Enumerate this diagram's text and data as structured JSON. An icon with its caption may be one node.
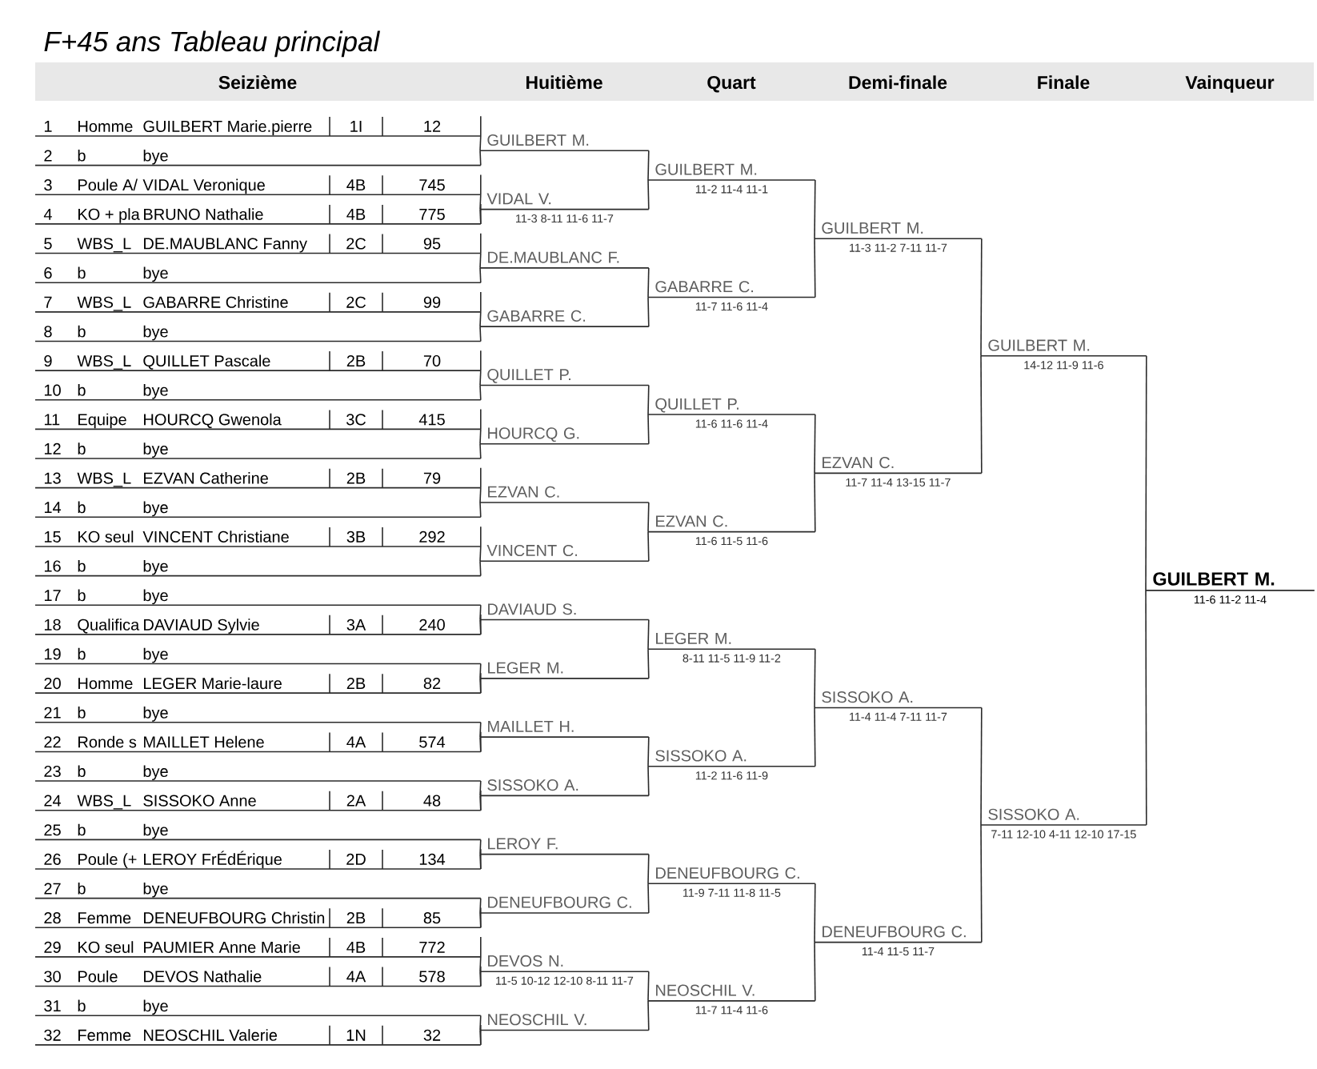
{
  "diagram": {
    "title": "F+45 ans Tableau principal",
    "nodes": [
      {
        "text": [
          "1",
          "Homme",
          "GUILBERT Marie.pierre",
          "1I",
          "12"
        ]
      },
      {
        "text": [
          "2",
          "b",
          "bye"
        ]
      },
      {
        "text": [
          "3",
          "Poule A/",
          "VIDAL Veronique",
          "4B",
          "745"
        ]
      },
      {
        "text": [
          "4",
          "KO + pla",
          "BRUNO Nathalie",
          "4B",
          "775"
        ]
      },
      {
        "text": [
          "5",
          "WBS_L",
          "DE.MAUBLANC Fanny",
          "2C",
          "95"
        ]
      },
      {
        "text": [
          "6",
          "b",
          "bye"
        ]
      },
      {
        "text": [
          "7",
          "WBS_L",
          "GABARRE Christine",
          "2C",
          "99"
        ]
      },
      {
        "text": [
          "8",
          "b",
          "bye"
        ]
      },
      {
        "text": [
          "9",
          "WBS_L",
          "QUILLET Pascale",
          "2B",
          "70"
        ]
      },
      {
        "text": [
          "10",
          "b",
          "bye"
        ]
      },
      {
        "text": [
          "11",
          "Equipe",
          "HOURCQ Gwenola",
          "3C",
          "415"
        ]
      },
      {
        "text": [
          "12",
          "b",
          "bye"
        ]
      },
      {
        "text": [
          "13",
          "WBS_L",
          "EZVAN Catherine",
          "2B",
          "79"
        ]
      },
      {
        "text": [
          "14",
          "b",
          "bye"
        ]
      },
      {
        "text": [
          "15",
          "KO seul",
          "VINCENT Christiane",
          "3B",
          "292"
        ]
      },
      {
        "text": [
          "16",
          "b",
          "bye"
        ]
      },
      {
        "text": [
          "17",
          "b",
          "bye"
        ]
      },
      {
        "text": [
          "18",
          "Qualifica",
          "DAVIAUD Sylvie",
          "3A",
          "240"
        ]
      },
      {
        "text": [
          "19",
          "b",
          "bye"
        ]
      },
      {
        "text": [
          "20",
          "Homme",
          "LEGER Marie-laure",
          "2B",
          "82"
        ]
      },
      {
        "text": [
          "21",
          "b",
          "bye"
        ]
      },
      {
        "text": [
          "22",
          "Ronde s",
          "MAILLET Helene",
          "4A",
          "574"
        ]
      },
      {
        "text": [
          "23",
          "b",
          "bye"
        ]
      },
      {
        "text": [
          "24",
          "WBS_L",
          "SISSOKO Anne",
          "2A",
          "48"
        ]
      },
      {
        "text": [
          "25",
          "b",
          "bye"
        ]
      },
      {
        "text": [
          "26",
          "Poule (+",
          "LEROY FrÉdÉrique",
          "2D",
          "134"
        ]
      },
      {
        "text": [
          "27",
          "b",
          "bye"
        ]
      },
      {
        "text": [
          "28",
          "Femme",
          "DENEUFBOURG Christin",
          "2B",
          "85"
        ]
      },
      {
        "text": [
          "29",
          "KO seul",
          "PAUMIER Anne Marie",
          "4B",
          "772"
        ]
      },
      {
        "text": [
          "30",
          "Poule",
          "DEVOS Nathalie",
          "4A",
          "578"
        ]
      },
      {
        "text": [
          "31",
          "b",
          "bye"
        ]
      },
      {
        "text": [
          "32",
          "Femme",
          "NEOSCHIL Valerie",
          "1N",
          "32"
        ]
      },
      {
        "text": [
          "GUILBERT M."
        ]
      },
      {
        "text": [
          "VIDAL V."
        ],
        "beside": [
          "11-3 8-11 11-6 11-7"
        ]
      },
      {
        "text": [
          "DE.MAUBLANC F."
        ]
      },
      {
        "text": [
          "GABARRE C."
        ]
      },
      {
        "text": [
          "QUILLET P."
        ]
      },
      {
        "text": [
          "HOURCQ G."
        ]
      },
      {
        "text": [
          "EZVAN C."
        ]
      },
      {
        "text": [
          "VINCENT C."
        ]
      },
      {
        "text": [
          "DAVIAUD S."
        ]
      },
      {
        "text": [
          "LEGER M."
        ]
      },
      {
        "text": [
          "MAILLET H."
        ]
      },
      {
        "text": [
          "SISSOKO A."
        ]
      },
      {
        "text": [
          "LEROY F."
        ]
      },
      {
        "text": [
          "DENEUFBOURG C."
        ]
      },
      {
        "text": [
          "DEVOS N."
        ],
        "beside": [
          "11-5 10-12 12-10 8-11 11-7"
        ]
      },
      {
        "text": [
          "NEOSCHIL V."
        ]
      },
      {
        "text": [
          "GUILBERT M."
        ],
        "beside": [
          "11-2 11-4 11-1"
        ]
      },
      {
        "text": [
          "GABARRE C."
        ],
        "beside": [
          "11-7 11-6 11-4"
        ]
      },
      {
        "text": [
          "QUILLET P."
        ],
        "beside": [
          "11-6 11-6 11-4"
        ]
      },
      {
        "text": [
          "EZVAN C."
        ],
        "beside": [
          "11-6 11-5 11-6"
        ]
      },
      {
        "text": [
          "LEGER M."
        ],
        "beside": [
          "8-11 11-5 11-9 11-2"
        ]
      },
      {
        "text": [
          "SISSOKO A."
        ],
        "beside": [
          "11-2 11-6 11-9"
        ]
      },
      {
        "text": [
          "DENEUFBOURG C."
        ],
        "beside": [
          "11-9 7-11 11-8 11-5"
        ]
      },
      {
        "text": [
          "NEOSCHIL V."
        ],
        "beside": [
          "11-7 11-4 11-6"
        ]
      },
      {
        "text": [
          "GUILBERT M."
        ],
        "beside": [
          "11-3 11-2 7-11 11-7"
        ]
      },
      {
        "text": [
          "EZVAN C."
        ],
        "beside": [
          "11-7 11-4 13-15 11-7"
        ]
      },
      {
        "text": [
          "SISSOKO A."
        ],
        "beside": [
          "11-4 11-4 7-11 11-7"
        ]
      },
      {
        "text": [
          "DENEUFBOURG C."
        ],
        "beside": [
          "11-4 11-5 11-7"
        ]
      },
      {
        "text": [
          "GUILBERT M."
        ],
        "beside": [
          "14-12 11-9 11-6"
        ]
      },
      {
        "text": [
          "SISSOKO A."
        ],
        "beside": [
          "7-11 12-10 4-11 12-10 17-15"
        ]
      },
      {
        "text": [
          "GUILBERT M."
        ],
        "beside": [
          "11-6 11-2 11-4"
        ]
      }
    ],
    "edges": [
      {
        "from": 0,
        "to": 32,
        "arrow": "none"
      },
      {
        "from": 1,
        "to": 32,
        "arrow": "none"
      },
      {
        "from": 2,
        "to": 33,
        "arrow": "none"
      },
      {
        "from": 3,
        "to": 33,
        "arrow": "none"
      },
      {
        "from": 4,
        "to": 34,
        "arrow": "none"
      },
      {
        "from": 5,
        "to": 34,
        "arrow": "none"
      },
      {
        "from": 6,
        "to": 35,
        "arrow": "none"
      },
      {
        "from": 7,
        "to": 35,
        "arrow": "none"
      },
      {
        "from": 8,
        "to": 36,
        "arrow": "none"
      },
      {
        "from": 9,
        "to": 36,
        "arrow": "none"
      },
      {
        "from": 10,
        "to": 37,
        "arrow": "none"
      },
      {
        "from": 11,
        "to": 37,
        "arrow": "none"
      },
      {
        "from": 12,
        "to": 38,
        "arrow": "none"
      },
      {
        "from": 13,
        "to": 38,
        "arrow": "none"
      },
      {
        "from": 14,
        "to": 39,
        "arrow": "none"
      },
      {
        "from": 15,
        "to": 39,
        "arrow": "none"
      },
      {
        "from": 16,
        "to": 40,
        "arrow": "none"
      },
      {
        "from": 17,
        "to": 40,
        "arrow": "none"
      },
      {
        "from": 18,
        "to": 41,
        "arrow": "none"
      },
      {
        "from": 19,
        "to": 41,
        "arrow": "none"
      },
      {
        "from": 20,
        "to": 42,
        "arrow": "none"
      },
      {
        "from": 21,
        "to": 42,
        "arrow": "none"
      },
      {
        "from": 22,
        "to": 43,
        "arrow": "none"
      },
      {
        "from": 23,
        "to": 43,
        "arrow": "none"
      },
      {
        "from": 24,
        "to": 44,
        "arrow": "none"
      },
      {
        "from": 25,
        "to": 44,
        "arrow": "none"
      },
      {
        "from": 26,
        "to": 45,
        "arrow": "none"
      },
      {
        "from": 27,
        "to": 45,
        "arrow": "none"
      },
      {
        "from": 28,
        "to": 46,
        "arrow": "none"
      },
      {
        "from": 29,
        "to": 46,
        "arrow": "none"
      },
      {
        "from": 30,
        "to": 47,
        "arrow": "none"
      },
      {
        "from": 31,
        "to": 47,
        "arrow": "none"
      },
      {
        "from": 32,
        "to": 48,
        "arrow": "none"
      },
      {
        "from": 33,
        "to": 48,
        "arrow": "none"
      },
      {
        "from": 34,
        "to": 49,
        "arrow": "none"
      },
      {
        "from": 35,
        "to": 49,
        "arrow": "none"
      },
      {
        "from": 36,
        "to": 50,
        "arrow": "none"
      },
      {
        "from": 37,
        "to": 50,
        "arrow": "none"
      },
      {
        "from": 38,
        "to": 51,
        "arrow": "none"
      },
      {
        "from": 39,
        "to": 51,
        "arrow": "none"
      },
      {
        "from": 40,
        "to": 52,
        "arrow": "none"
      },
      {
        "from": 41,
        "to": 52,
        "arrow": "none"
      },
      {
        "from": 42,
        "to": 53,
        "arrow": "none"
      },
      {
        "from": 43,
        "to": 53,
        "arrow": "none"
      },
      {
        "from": 44,
        "to": 54,
        "arrow": "none"
      },
      {
        "from": 45,
        "to": 54,
        "arrow": "none"
      },
      {
        "from": 46,
        "to": 55,
        "arrow": "none"
      },
      {
        "from": 47,
        "to": 55,
        "arrow": "none"
      },
      {
        "from": 48,
        "to": 56,
        "arrow": "none"
      },
      {
        "from": 49,
        "to": 56,
        "arrow": "none"
      },
      {
        "from": 50,
        "to": 57,
        "arrow": "none"
      },
      {
        "from": 51,
        "to": 57,
        "arrow": "none"
      },
      {
        "from": 52,
        "to": 58,
        "arrow": "none"
      },
      {
        "from": 53,
        "to": 58,
        "arrow": "none"
      },
      {
        "from": 54,
        "to": 59,
        "arrow": "none"
      },
      {
        "from": 55,
        "to": 59,
        "arrow": "none"
      },
      {
        "from": 56,
        "to": 60,
        "arrow": "none"
      },
      {
        "from": 57,
        "to": 60,
        "arrow": "none"
      },
      {
        "from": 58,
        "to": 61,
        "arrow": "none"
      },
      {
        "from": 59,
        "to": 61,
        "arrow": "none"
      },
      {
        "from": 60,
        "to": 62,
        "arrow": "none"
      },
      {
        "from": 61,
        "to": 62,
        "arrow": "none"
      }
    ],
    "labels": [
      "Seizième",
      "Huitième",
      "Quart",
      "Demi-finale",
      "Finale",
      "Vainqueur"
    ]
  }
}
